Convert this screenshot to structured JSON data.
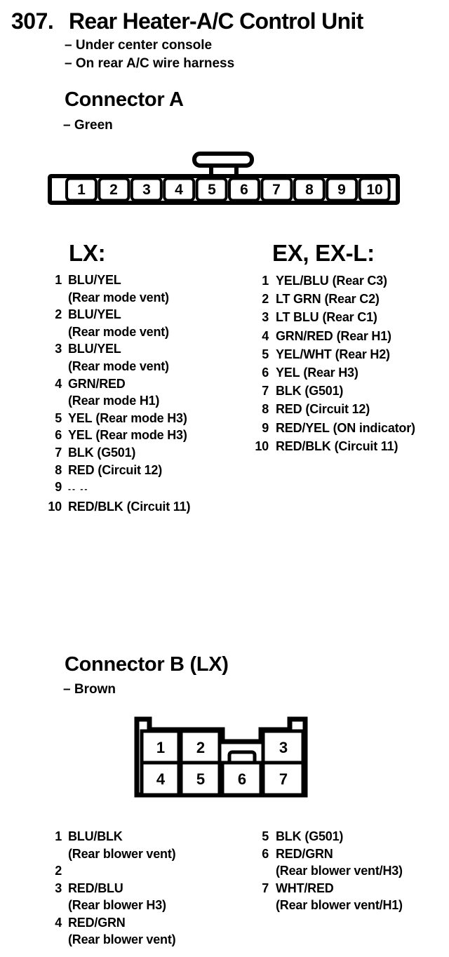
{
  "colors": {
    "ink": "#000000",
    "paper": "#ffffff"
  },
  "header": {
    "number": "307.",
    "title": "Rear Heater-A/C Control Unit",
    "notes": [
      "– Under center console",
      "– On rear A/C wire harness"
    ]
  },
  "connector_a": {
    "heading": "Connector A",
    "color_note": "– Green",
    "pins": [
      "1",
      "2",
      "3",
      "4",
      "5",
      "6",
      "7",
      "8",
      "9",
      "10"
    ],
    "lx": {
      "heading": "LX:",
      "items": [
        {
          "pin": "1",
          "wire": "BLU/YEL",
          "desc": "(Rear mode vent)"
        },
        {
          "pin": "2",
          "wire": "BLU/YEL",
          "desc": "(Rear mode vent)"
        },
        {
          "pin": "3",
          "wire": "BLU/YEL",
          "desc": "(Rear mode vent)"
        },
        {
          "pin": "4",
          "wire": "GRN/RED",
          "desc": "(Rear mode H1)"
        },
        {
          "pin": "5",
          "wire": "YEL",
          "desc": "(Rear mode H3)"
        },
        {
          "pin": "6",
          "wire": "YEL",
          "desc": "(Rear mode H3)"
        },
        {
          "pin": "7",
          "wire": "BLK",
          "desc": "(G501)"
        },
        {
          "pin": "8",
          "wire": "RED",
          "desc": "(Circuit 12)"
        },
        {
          "pin": "9",
          "wire": "-- --",
          "desc": ""
        },
        {
          "pin": "10",
          "wire": "RED/BLK",
          "desc": "(Circuit 11)"
        }
      ]
    },
    "ex": {
      "heading": "EX, EX-L:",
      "items": [
        {
          "pin": "1",
          "wire": "YEL/BLU",
          "desc": "(Rear C3)"
        },
        {
          "pin": "2",
          "wire": "LT GRN",
          "desc": "(Rear C2)"
        },
        {
          "pin": "3",
          "wire": "LT BLU",
          "desc": "(Rear C1)"
        },
        {
          "pin": "4",
          "wire": "GRN/RED",
          "desc": "(Rear H1)"
        },
        {
          "pin": "5",
          "wire": "YEL/WHT",
          "desc": "(Rear H2)"
        },
        {
          "pin": "6",
          "wire": "YEL",
          "desc": "(Rear H3)"
        },
        {
          "pin": "7",
          "wire": "BLK",
          "desc": "(G501)"
        },
        {
          "pin": "8",
          "wire": "RED",
          "desc": "(Circuit 12)"
        },
        {
          "pin": "9",
          "wire": "RED/YEL",
          "desc": "(ON indicator)"
        },
        {
          "pin": "10",
          "wire": "RED/BLK",
          "desc": "(Circuit 11)"
        }
      ]
    }
  },
  "connector_b": {
    "heading": "Connector B (LX)",
    "color_note": "– Brown",
    "pins": [
      "1",
      "2",
      "3",
      "4",
      "5",
      "6",
      "7"
    ],
    "left_items": [
      {
        "pin": "1",
        "wire": "BLU/BLK",
        "desc": "(Rear blower vent)"
      },
      {
        "pin": "2",
        "wire": "",
        "desc": ""
      },
      {
        "pin": "3",
        "wire": "RED/BLU",
        "desc": "(Rear blower H3)"
      },
      {
        "pin": "4",
        "wire": "RED/GRN",
        "desc": "(Rear blower vent)"
      }
    ],
    "right_items": [
      {
        "pin": "5",
        "wire": "BLK",
        "desc": "(G501)"
      },
      {
        "pin": "6",
        "wire": "RED/GRN",
        "desc": "(Rear blower vent/H3)"
      },
      {
        "pin": "7",
        "wire": "WHT/RED",
        "desc": "(Rear blower vent/H1)"
      }
    ]
  }
}
